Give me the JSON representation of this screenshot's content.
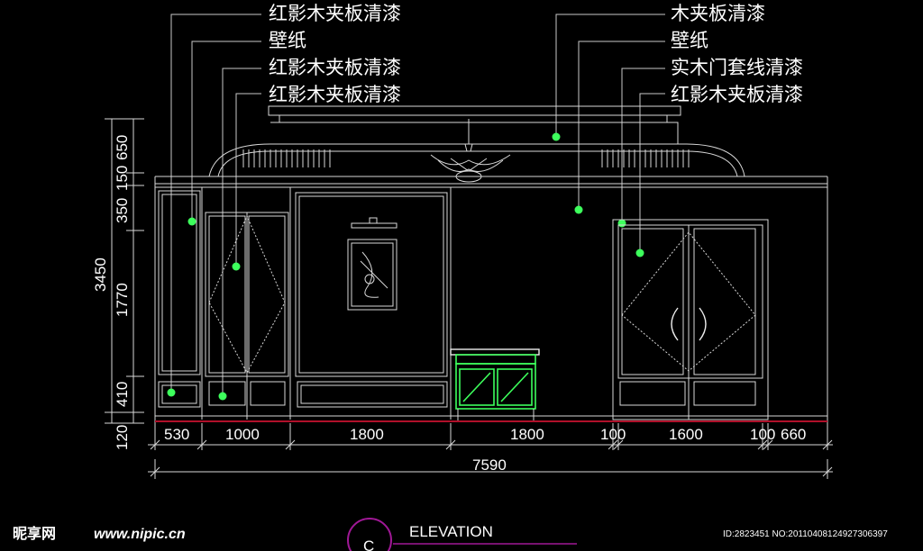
{
  "labels_left": [
    "红影木夹板清漆",
    "壁纸",
    "红影木夹板清漆",
    "红影木夹板清漆"
  ],
  "labels_right": [
    "木夹板清漆",
    "壁纸",
    "实木门套线清漆",
    "红影木夹板清漆"
  ],
  "dims_vertical": [
    "650",
    "150",
    "350",
    "1770",
    "410",
    "120",
    "3450"
  ],
  "dims_horizontal": [
    "530",
    "1000",
    "1800",
    "1800",
    "100",
    "1600",
    "100",
    "660"
  ],
  "dim_total": "7590",
  "view_title": "ELEVATION",
  "view_mark": "C",
  "watermark": {
    "brand": "昵享网",
    "url": "www.nipic.cn",
    "id": "ID:2823451 NO:20110408124927306397"
  },
  "colors": {
    "background": "#000000",
    "lines": "#d8d8d8",
    "marker": "#3dff5c",
    "floor": "#b0102a"
  }
}
